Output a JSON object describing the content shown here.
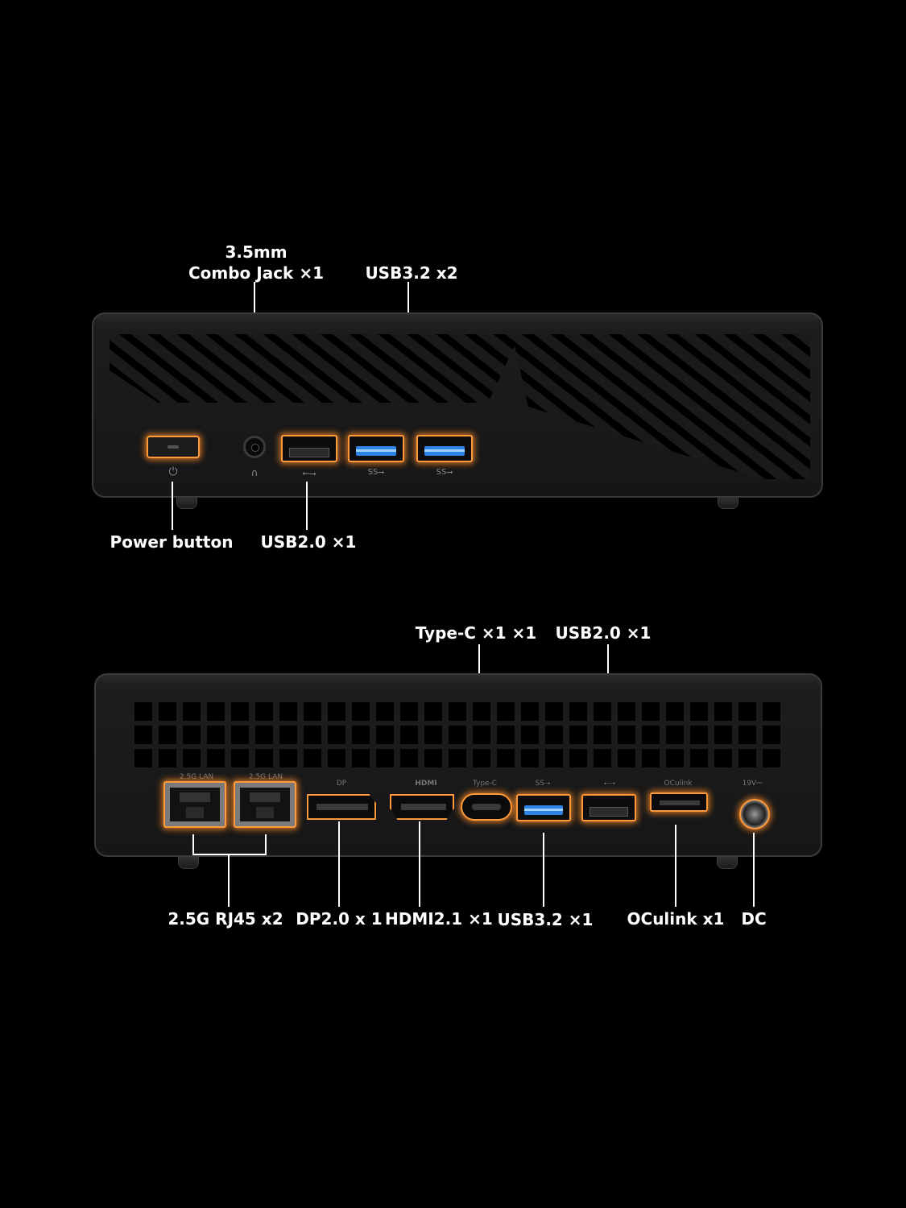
{
  "front_panel": {
    "labels": {
      "combo_jack_line1": "3.5mm",
      "combo_jack_line2": "Combo Jack ×1",
      "usb32_pair": "USB3.2 x2",
      "power_button": "Power button",
      "usb20": "USB2.0  ×1"
    }
  },
  "rear_panel": {
    "labels": {
      "type_c": "Type-C ×1 ×1",
      "usb20": "USB2.0 ×1",
      "rj45": "2.5G RJ45 x2",
      "dp": "DP2.0 x 1",
      "hdmi": "HDMI2.1 ×1",
      "usb32": "USB3.2 ×1",
      "oculink": "OCulink x1",
      "dc": "DC"
    },
    "port_markings": {
      "lan1": "2.5G LAN",
      "lan2": "2.5G LAN",
      "dp": "DP",
      "hdmi": "HDMI",
      "typec": "Type-C",
      "oculink": "OCulink",
      "dc": "19V⎓"
    }
  },
  "colors": {
    "background": "#000000",
    "highlight_glow": "#ff9a3a",
    "usb3_blue": "#2e84e6"
  }
}
